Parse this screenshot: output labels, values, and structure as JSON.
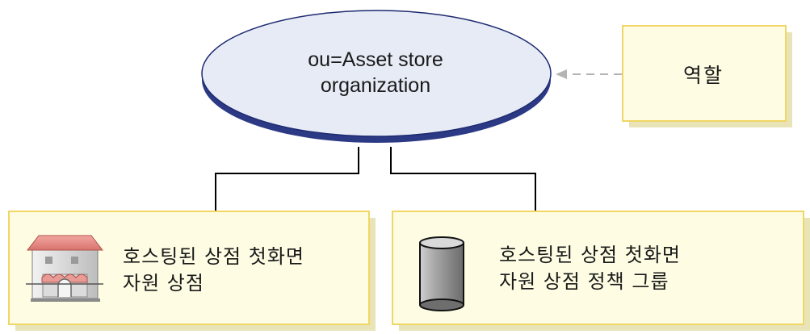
{
  "diagram": {
    "root": {
      "line1": "ou=Asset store",
      "line2": "organization"
    },
    "role": {
      "label": "역할"
    },
    "store": {
      "line1": "호스팅된 상점 첫화면",
      "line2": "자원 상점"
    },
    "policy_group": {
      "line1": "호스팅된 상점 첫화면",
      "line2": "자원 상점 정책 그룹"
    }
  },
  "colors": {
    "ellipse_fill": "#e6ebf5",
    "ellipse_shadow": "#2c3a86",
    "box_fill": "#fefde4",
    "box_border": "#f0d665",
    "connector": "#000000",
    "dashed_arrow": "#b4b4b4"
  },
  "icons": {
    "store": "storefront-icon",
    "policy_group": "cylinder-database-icon"
  }
}
